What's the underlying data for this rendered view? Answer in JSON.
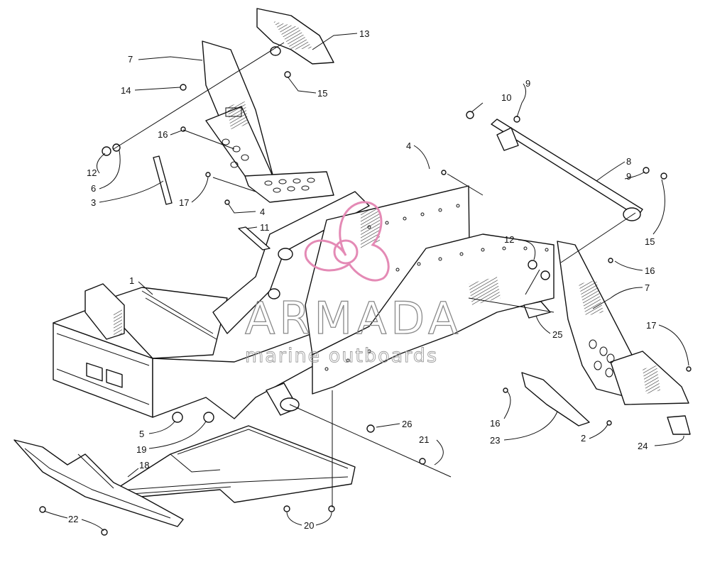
{
  "watermark": {
    "brand": "ARMADA",
    "tagline": "marine outboards",
    "color": "#e48ab5"
  },
  "callouts": [
    {
      "id": "c13",
      "label": "13"
    },
    {
      "id": "c7a",
      "label": "7"
    },
    {
      "id": "c14",
      "label": "14"
    },
    {
      "id": "c15a",
      "label": "15"
    },
    {
      "id": "c16a",
      "label": "16"
    },
    {
      "id": "c12a",
      "label": "12"
    },
    {
      "id": "c6",
      "label": "6"
    },
    {
      "id": "c3",
      "label": "3"
    },
    {
      "id": "c17a",
      "label": "17"
    },
    {
      "id": "c4a",
      "label": "4"
    },
    {
      "id": "c11",
      "label": "11"
    },
    {
      "id": "c4b",
      "label": "4"
    },
    {
      "id": "c9a",
      "label": "9"
    },
    {
      "id": "c10",
      "label": "10"
    },
    {
      "id": "c8",
      "label": "8"
    },
    {
      "id": "c9b",
      "label": "9"
    },
    {
      "id": "c15b",
      "label": "15"
    },
    {
      "id": "c12b",
      "label": "12"
    },
    {
      "id": "c16b",
      "label": "16"
    },
    {
      "id": "c7b",
      "label": "7"
    },
    {
      "id": "c1",
      "label": "1"
    },
    {
      "id": "c25",
      "label": "25"
    },
    {
      "id": "c17b",
      "label": "17"
    },
    {
      "id": "c5",
      "label": "5"
    },
    {
      "id": "c19",
      "label": "19"
    },
    {
      "id": "c26",
      "label": "26"
    },
    {
      "id": "c21",
      "label": "21"
    },
    {
      "id": "c18",
      "label": "18"
    },
    {
      "id": "c16c",
      "label": "16"
    },
    {
      "id": "c23",
      "label": "23"
    },
    {
      "id": "c2",
      "label": "2"
    },
    {
      "id": "c24",
      "label": "24"
    },
    {
      "id": "c22",
      "label": "22"
    },
    {
      "id": "c20",
      "label": "20"
    }
  ]
}
